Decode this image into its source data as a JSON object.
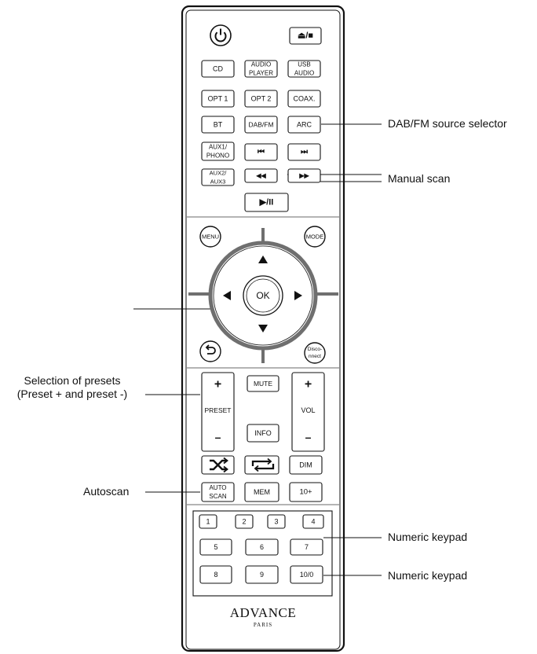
{
  "remote": {
    "buttons": {
      "power_icon": "power-icon",
      "eject_stop": "⏏/■",
      "cd": "CD",
      "audio_player": [
        "AUDIO",
        "PLAYER"
      ],
      "usb_audio": [
        "USB",
        "AUDIO"
      ],
      "opt1": "OPT 1",
      "opt2": "OPT 2",
      "coax": "COAX.",
      "bt": "BT",
      "dab_fm": "DAB/FM",
      "arc": "ARC",
      "aux1_phono": [
        "AUX1/",
        "PHONO"
      ],
      "prev_track": "⏮",
      "next_track": "⏭",
      "aux2_aux3": [
        "AUX2/",
        "AUX3"
      ],
      "rewind": "◀◀",
      "fast_forward": "▶▶",
      "play_pause": "▶/II",
      "menu": "MENU",
      "mode": "MODE",
      "ok": "OK",
      "back_icon": "back-arrow-icon",
      "disconnect": [
        "Disco-",
        "nnect"
      ],
      "plus": "+",
      "minus": "–",
      "preset": "PRESET",
      "vol": "VOL",
      "mute": "MUTE",
      "info": "INFO",
      "shuffle_icon": "shuffle-icon",
      "repeat_icon": "repeat-icon",
      "dim": "DIM",
      "auto_scan": [
        "AUTO",
        "SCAN"
      ],
      "mem": "MEM",
      "ten_plus": "10+",
      "keypad": [
        "1",
        "2",
        "3",
        "4",
        "5",
        "6",
        "7",
        "8",
        "9",
        "10/0"
      ]
    },
    "brand": {
      "name": "ADVANCE",
      "sub": "PARIS"
    }
  },
  "annotations": {
    "dab_fm_selector": "DAB/FM source selector",
    "manual_scan": "Manual scan",
    "presets_line1": "Selection of presets",
    "presets_line2": "(Preset + and preset -)",
    "autoscan": "Autoscan",
    "numeric_keypad_1": "Numeric keypad",
    "numeric_keypad_2": "Numeric keypad"
  }
}
